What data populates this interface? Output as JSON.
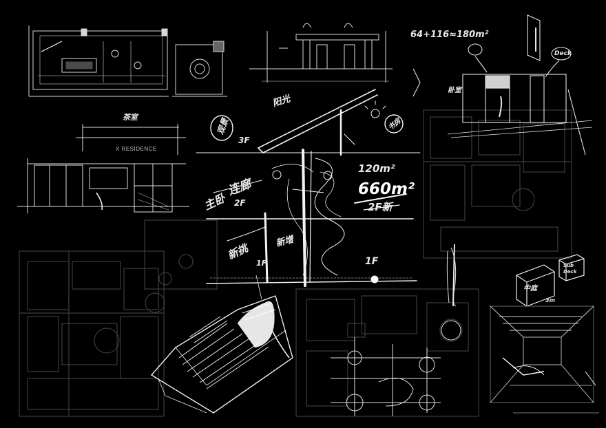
{
  "colors": {
    "background": "#000000",
    "ink": "#f2f2f2",
    "ink_dim": "#5a5a5a",
    "ink_mid": "#9a9a9a"
  },
  "labels": {
    "equation": "64+116≈180m²",
    "brand": "X RESIDENCE",
    "area": "660m²",
    "area_top": "120m²",
    "floor_3f": "3F",
    "floor_2f_new": "2F新",
    "floor_1f": "1F",
    "floor_2f_small": "2F",
    "floor_1f_small": "1F",
    "stair_top": "阳光",
    "corridor": "连廊",
    "main_tag_a": "主卧",
    "view_tag": "观景",
    "note_top": "书房",
    "note_left": "茶室",
    "lower_left_tag": "新挑",
    "lower_floor_tag": "新增",
    "top_note_1": "卧室",
    "top_note_2": "Deck",
    "box_label": "中庭",
    "box_small_1": "Sub",
    "box_small_2": "Deck",
    "box_dim": "3m"
  }
}
